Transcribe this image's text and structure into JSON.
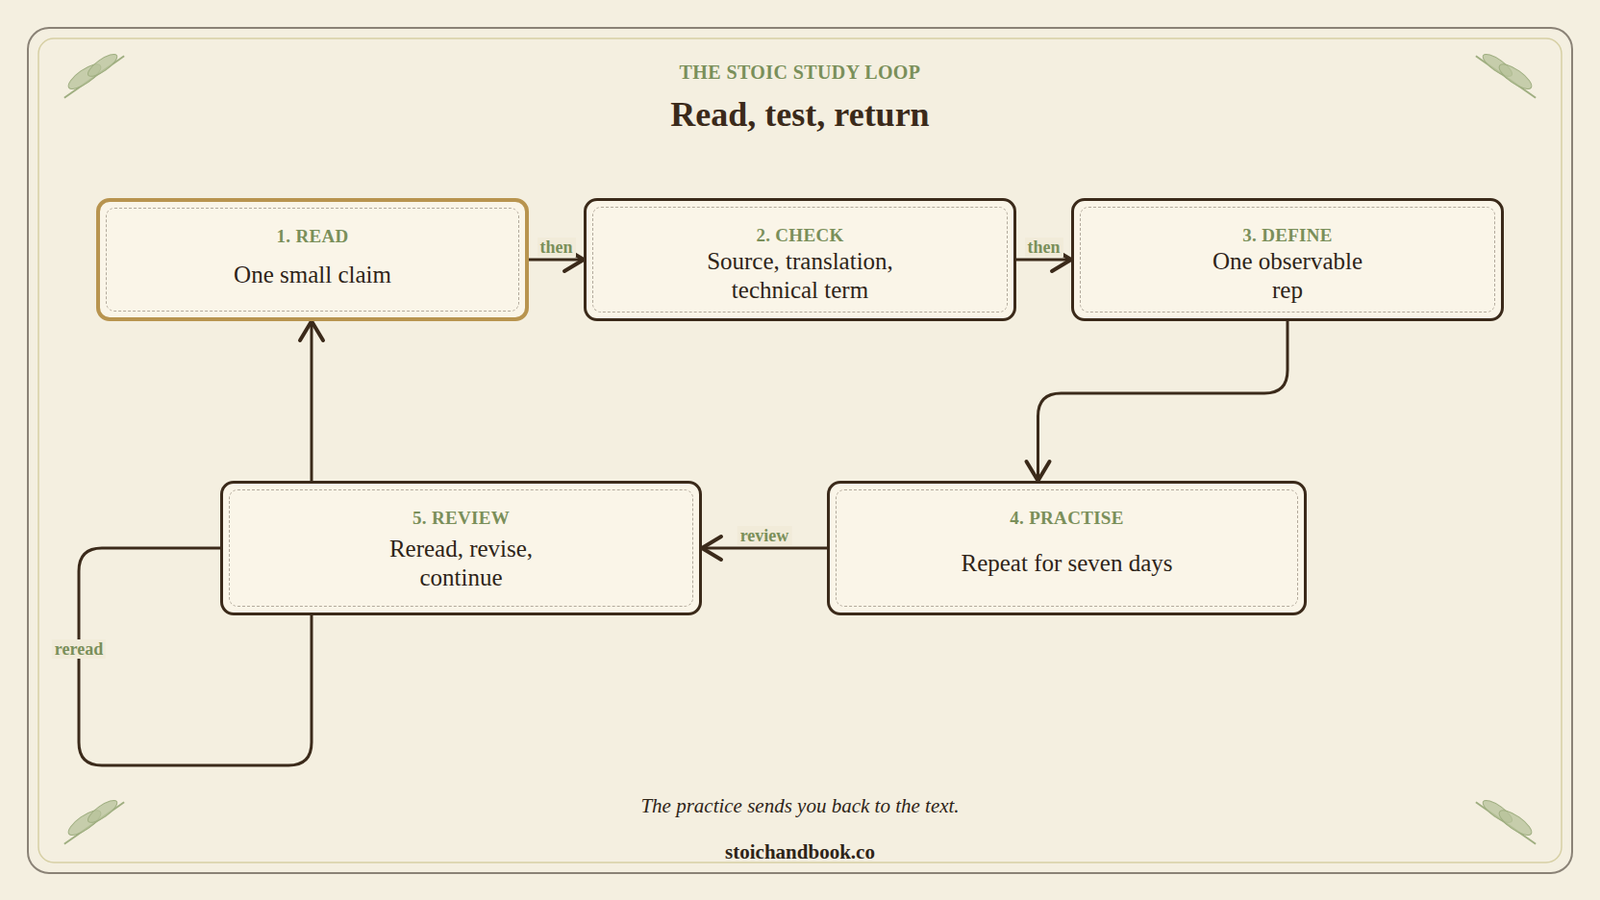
{
  "diagram": {
    "title": "Read, test, return",
    "caption": "The practice sends you back to the text.",
    "nodes": [
      {
        "text": [
          "1. READ",
          "One small claim"
        ]
      },
      {
        "text": [
          "2. CHECK",
          "Source, translation, technical term"
        ]
      },
      {
        "text": [
          "3. DEFINE",
          "One observable rep"
        ]
      },
      {
        "text": [
          "4. PRACTISE",
          "Repeat for seven days"
        ]
      },
      {
        "text": [
          "5. REVIEW",
          "Reread, revise, continue"
        ]
      }
    ],
    "edges": [
      {
        "from": 0,
        "to": 1,
        "label": "then",
        "arrow": "to"
      },
      {
        "from": 1,
        "to": 2,
        "label": "then",
        "arrow": "to"
      },
      {
        "from": 2,
        "to": 3,
        "arrow": "to"
      },
      {
        "from": 3,
        "to": 4,
        "label": "review",
        "arrow": "to"
      },
      {
        "from": 4,
        "to": 0,
        "arrow": "to"
      },
      {
        "from": 4,
        "to": 4,
        "label": "reread",
        "arrow": "none"
      }
    ],
    "labels": [
      "THE STOIC STUDY LOOP",
      "stoichandbook.co"
    ]
  }
}
